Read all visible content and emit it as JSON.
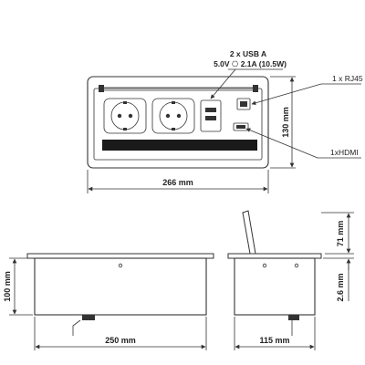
{
  "top_view": {
    "width_dim": "266 mm",
    "height_dim": "130 mm",
    "callouts": {
      "usb_line1": "2 x USB A",
      "usb_line2": "5.0V ⎔ 2.1A (10.5W)",
      "rj45": "1 x RJ45",
      "hdmi": "1xHDMI"
    }
  },
  "front_view": {
    "width_dim": "250 mm",
    "height_dim": "100 mm"
  },
  "side_view": {
    "width_dim": "115 mm",
    "lid_dim": "71 mm",
    "flange_dim": "2.6 mm"
  }
}
